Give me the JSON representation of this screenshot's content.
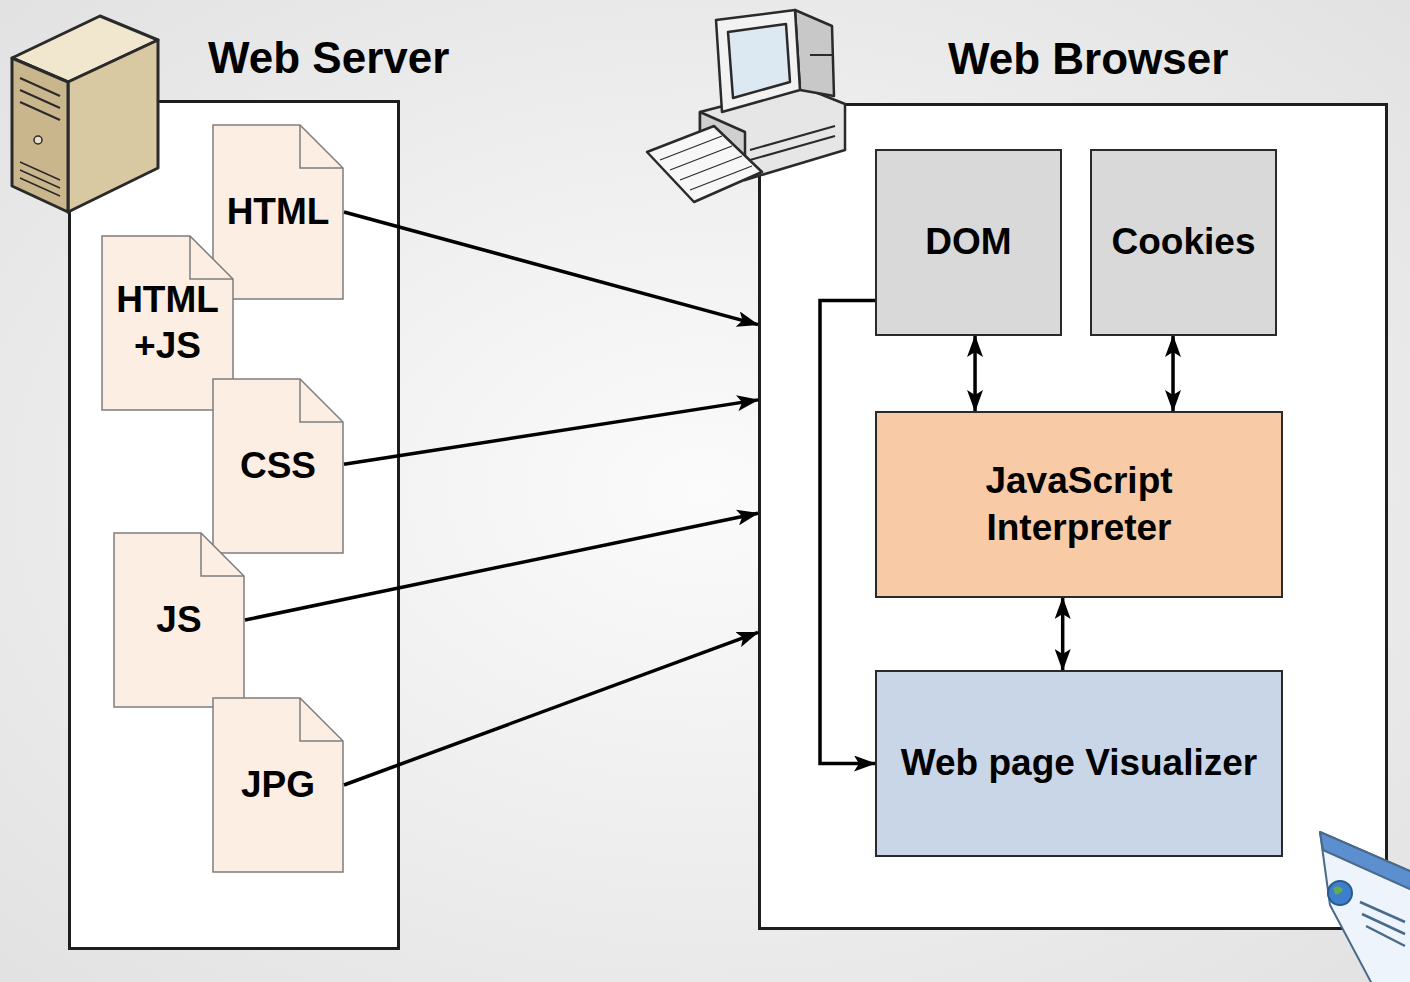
{
  "diagram": {
    "nodes": [
      {
        "text": [
          "Web Server"
        ]
      },
      {
        "text": [
          "HTML"
        ],
        "in": 0
      },
      {
        "text": [
          "HTML +JS"
        ],
        "in": 0
      },
      {
        "text": [
          "CSS"
        ],
        "in": 0
      },
      {
        "text": [
          "JS"
        ],
        "in": 0
      },
      {
        "text": [
          "JPG"
        ],
        "in": 0
      },
      {
        "text": [
          "Web Browser"
        ]
      },
      {
        "text": [
          "DOM"
        ],
        "in": 6
      },
      {
        "text": [
          "Cookies"
        ],
        "in": 6
      },
      {
        "text": [
          "JavaScript Interpreter"
        ],
        "in": 6
      },
      {
        "text": [
          "Web page Visualizer"
        ],
        "in": 6
      }
    ],
    "edges": [
      {
        "from": 1,
        "to": 6,
        "arrow": "to"
      },
      {
        "from": 3,
        "to": 6,
        "arrow": "to"
      },
      {
        "from": 4,
        "to": 6,
        "arrow": "to"
      },
      {
        "from": 5,
        "to": 6,
        "arrow": "to"
      },
      {
        "from": 7,
        "to": 9,
        "arrow": "both"
      },
      {
        "from": 8,
        "to": 9,
        "arrow": "both"
      },
      {
        "from": 9,
        "to": 10,
        "arrow": "both"
      },
      {
        "from": 7,
        "to": 10,
        "arrow": "to"
      }
    ]
  }
}
